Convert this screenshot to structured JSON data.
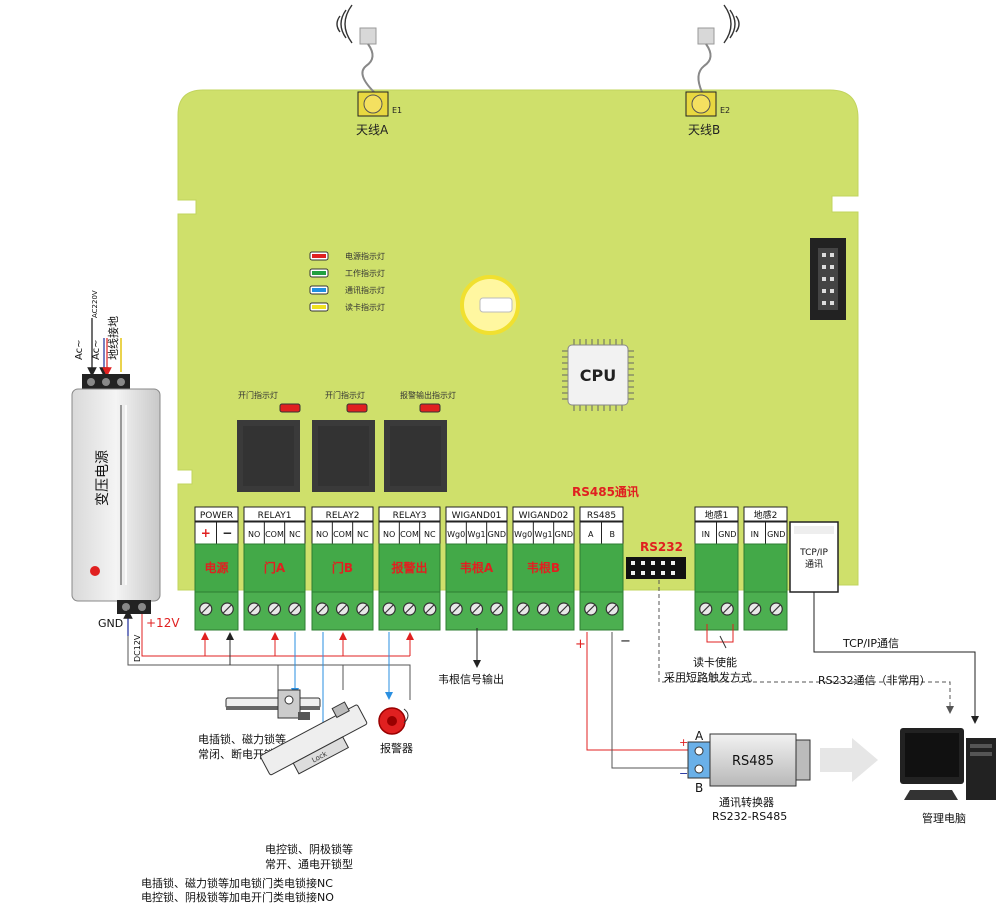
{
  "antennas": [
    {
      "label": "天线A",
      "tag": "E1"
    },
    {
      "label": "天线B",
      "tag": "E2"
    }
  ],
  "leds": [
    {
      "label": "电源指示灯",
      "color": "#e02020"
    },
    {
      "label": "工作指示灯",
      "color": "#22a040"
    },
    {
      "label": "通讯指示灯",
      "color": "#1e8fe0"
    },
    {
      "label": "读卡指示灯",
      "color": "#f0e020"
    }
  ],
  "relay_leds": [
    "开门指示灯",
    "开门指示灯",
    "报警输出指示灯"
  ],
  "cpu": "CPU",
  "rs485_title": "RS485通讯",
  "rs232_port": "RS232",
  "terminals": [
    {
      "header": "POWER",
      "pins": [
        "+",
        "−"
      ],
      "label": "电源"
    },
    {
      "header": "RELAY1",
      "pins": [
        "NO",
        "COM",
        "NC"
      ],
      "label": "门A"
    },
    {
      "header": "RELAY2",
      "pins": [
        "NO",
        "COM",
        "NC"
      ],
      "label": "门B"
    },
    {
      "header": "RELAY3",
      "pins": [
        "NO",
        "COM",
        "NC"
      ],
      "label": "报警出"
    },
    {
      "header": "WIGAND01",
      "pins": [
        "Wg0",
        "Wg1",
        "GND"
      ],
      "label": "韦根A"
    },
    {
      "header": "WIGAND02",
      "pins": [
        "Wg0",
        "Wg1",
        "GND"
      ],
      "label": "韦根B"
    },
    {
      "header": "RS485",
      "pins": [
        "A",
        "B"
      ],
      "label": ""
    },
    {
      "header": "地感1",
      "pins": [
        "IN",
        "GND"
      ],
      "label": ""
    },
    {
      "header": "地感2",
      "pins": [
        "IN",
        "GND"
      ],
      "label": ""
    }
  ],
  "tcpip_port": {
    "line1": "TCP/IP",
    "line2": "通讯"
  },
  "psu": {
    "name": "变压电源",
    "in_labels": [
      "Ac~",
      "Ac~",
      "地线接地"
    ],
    "ac_label": "AC220V",
    "gnd": "GND",
    "plus12": "+12V",
    "dc12": "DC12V"
  },
  "annotations": {
    "wiegand_out": "韦根信号输出",
    "reader_enable_1": "读卡使能",
    "reader_enable_2": "采用短路触发方式",
    "tcpip_comm": "TCP/IP通信",
    "rs232_comm": "RS232通信（非常用）",
    "lock_nc_1": "电插锁、磁力锁等",
    "lock_nc_2": "常闭、断电开锁型",
    "alarm": "报警器",
    "lock_no_1": "电控锁、阴极锁等",
    "lock_no_2": "常开、通电开锁型",
    "note_1": "电插锁、磁力锁等加电锁门类电锁接NC",
    "note_2": "电控锁、阴极锁等加电开门类电锁接NO",
    "converter_1": "通讯转换器",
    "converter_2": "RS232-RS485",
    "converter_box": "RS485",
    "conv_a": "A",
    "conv_b": "B",
    "conv_plus": "+",
    "conv_minus": "−",
    "rs485_plus": "+",
    "rs485_minus": "−",
    "pc": "管理电脑"
  }
}
